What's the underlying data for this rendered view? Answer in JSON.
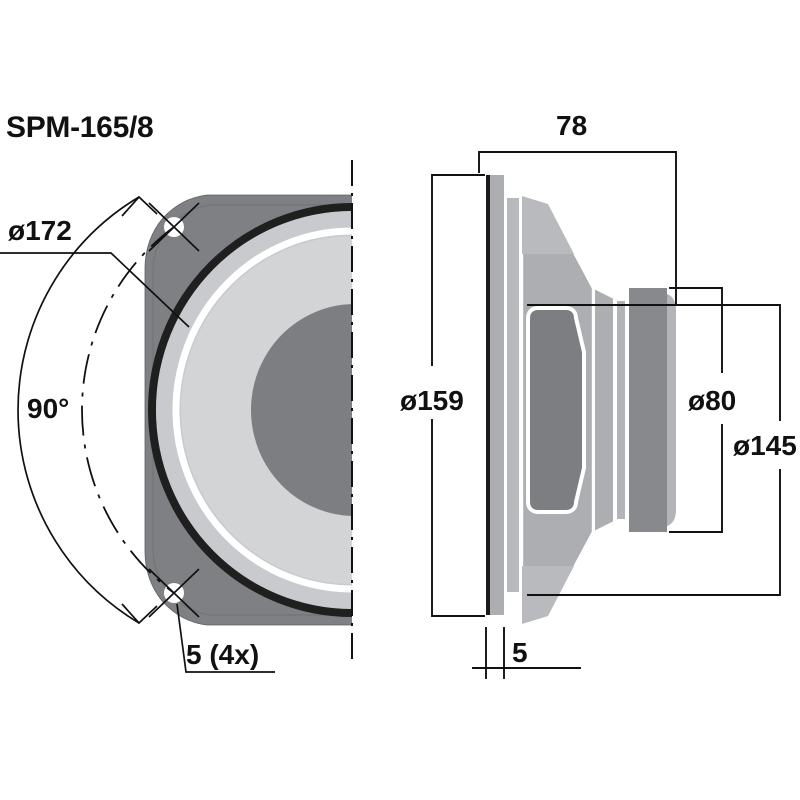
{
  "drawing": {
    "title": "SPM-165/8",
    "type": "loudspeaker-dimension-drawing",
    "units": "mm",
    "views": [
      {
        "id": "front-view",
        "name": "front view (half section)"
      },
      {
        "id": "side-view",
        "name": "side view"
      }
    ]
  },
  "dimensions": {
    "front": {
      "outer_diameter": "ø172",
      "mounting_angle": "90°",
      "hole_note": "5 (4x)"
    },
    "side": {
      "depth": "78",
      "flange_diameter": "ø159",
      "magnet_diameter": "ø80",
      "basket_diameter": "ø145",
      "flange_thickness": "5"
    }
  },
  "colors": {
    "ink": "#111111",
    "frame_gray": "#7e8084",
    "cone_light": "#d3d4d6",
    "cone_mid": "#c9cacd",
    "dustcap_gray": "#7c7e82",
    "surround_dark": "#1f1f1f",
    "side_basket": "#adaeb1",
    "side_basket_light": "#b8b9bc",
    "side_magnet": "#87898d",
    "side_window": "#7c7e82",
    "paper": "#ffffff"
  },
  "icons": {
    "mounting_hole": "hole-cross-icon",
    "centerline": "centerline-icon"
  }
}
